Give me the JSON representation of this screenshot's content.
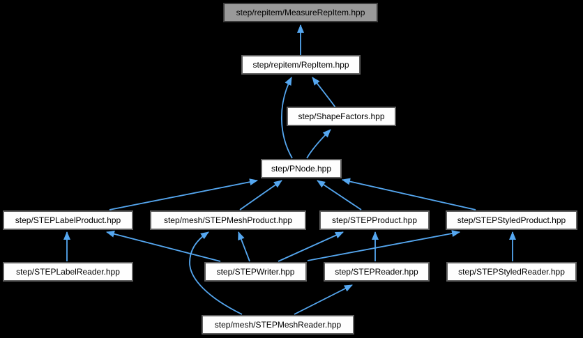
{
  "colors": {
    "background": "#000000",
    "edge": "#55a7f0",
    "node_fill": "#fefefe",
    "node_border": "#606060",
    "highlight_fill": "#999999",
    "highlight_border": "#3c3c3c"
  },
  "diagram": {
    "type": "include-dependency-graph",
    "nodes": [
      {
        "id": "measure-rep-item",
        "label": "step/repitem/MeasureRepItem.hpp",
        "highlighted": true
      },
      {
        "id": "rep-item",
        "label": "step/repitem/RepItem.hpp",
        "highlighted": false
      },
      {
        "id": "shape-factors",
        "label": "step/ShapeFactors.hpp",
        "highlighted": false
      },
      {
        "id": "pnode",
        "label": "step/PNode.hpp",
        "highlighted": false
      },
      {
        "id": "step-label-product",
        "label": "step/STEPLabelProduct.hpp",
        "highlighted": false
      },
      {
        "id": "step-mesh-product",
        "label": "step/mesh/STEPMeshProduct.hpp",
        "highlighted": false
      },
      {
        "id": "step-product",
        "label": "step/STEPProduct.hpp",
        "highlighted": false
      },
      {
        "id": "step-styled-product",
        "label": "step/STEPStyledProduct.hpp",
        "highlighted": false
      },
      {
        "id": "step-label-reader",
        "label": "step/STEPLabelReader.hpp",
        "highlighted": false
      },
      {
        "id": "step-writer",
        "label": "step/STEPWriter.hpp",
        "highlighted": false
      },
      {
        "id": "step-reader",
        "label": "step/STEPReader.hpp",
        "highlighted": false
      },
      {
        "id": "step-styled-reader",
        "label": "step/STEPStyledReader.hpp",
        "highlighted": false
      },
      {
        "id": "step-mesh-reader",
        "label": "step/mesh/STEPMeshReader.hpp",
        "highlighted": false
      }
    ],
    "edges": [
      {
        "from": "step/repitem/RepItem.hpp",
        "to": "step/repitem/MeasureRepItem.hpp"
      },
      {
        "from": "step/ShapeFactors.hpp",
        "to": "step/repitem/RepItem.hpp"
      },
      {
        "from": "step/PNode.hpp",
        "to": "step/repitem/RepItem.hpp"
      },
      {
        "from": "step/PNode.hpp",
        "to": "step/ShapeFactors.hpp"
      },
      {
        "from": "step/STEPLabelProduct.hpp",
        "to": "step/PNode.hpp"
      },
      {
        "from": "step/mesh/STEPMeshProduct.hpp",
        "to": "step/PNode.hpp"
      },
      {
        "from": "step/STEPProduct.hpp",
        "to": "step/PNode.hpp"
      },
      {
        "from": "step/STEPStyledProduct.hpp",
        "to": "step/PNode.hpp"
      },
      {
        "from": "step/STEPLabelReader.hpp",
        "to": "step/STEPLabelProduct.hpp"
      },
      {
        "from": "step/STEPWriter.hpp",
        "to": "step/STEPLabelProduct.hpp"
      },
      {
        "from": "step/STEPWriter.hpp",
        "to": "step/mesh/STEPMeshProduct.hpp"
      },
      {
        "from": "step/mesh/STEPMeshReader.hpp",
        "to": "step/mesh/STEPMeshProduct.hpp"
      },
      {
        "from": "step/STEPWriter.hpp",
        "to": "step/STEPProduct.hpp"
      },
      {
        "from": "step/STEPReader.hpp",
        "to": "step/STEPProduct.hpp"
      },
      {
        "from": "step/STEPWriter.hpp",
        "to": "step/STEPStyledProduct.hpp"
      },
      {
        "from": "step/STEPStyledReader.hpp",
        "to": "step/STEPStyledProduct.hpp"
      },
      {
        "from": "step/mesh/STEPMeshReader.hpp",
        "to": "step/STEPReader.hpp"
      }
    ]
  }
}
